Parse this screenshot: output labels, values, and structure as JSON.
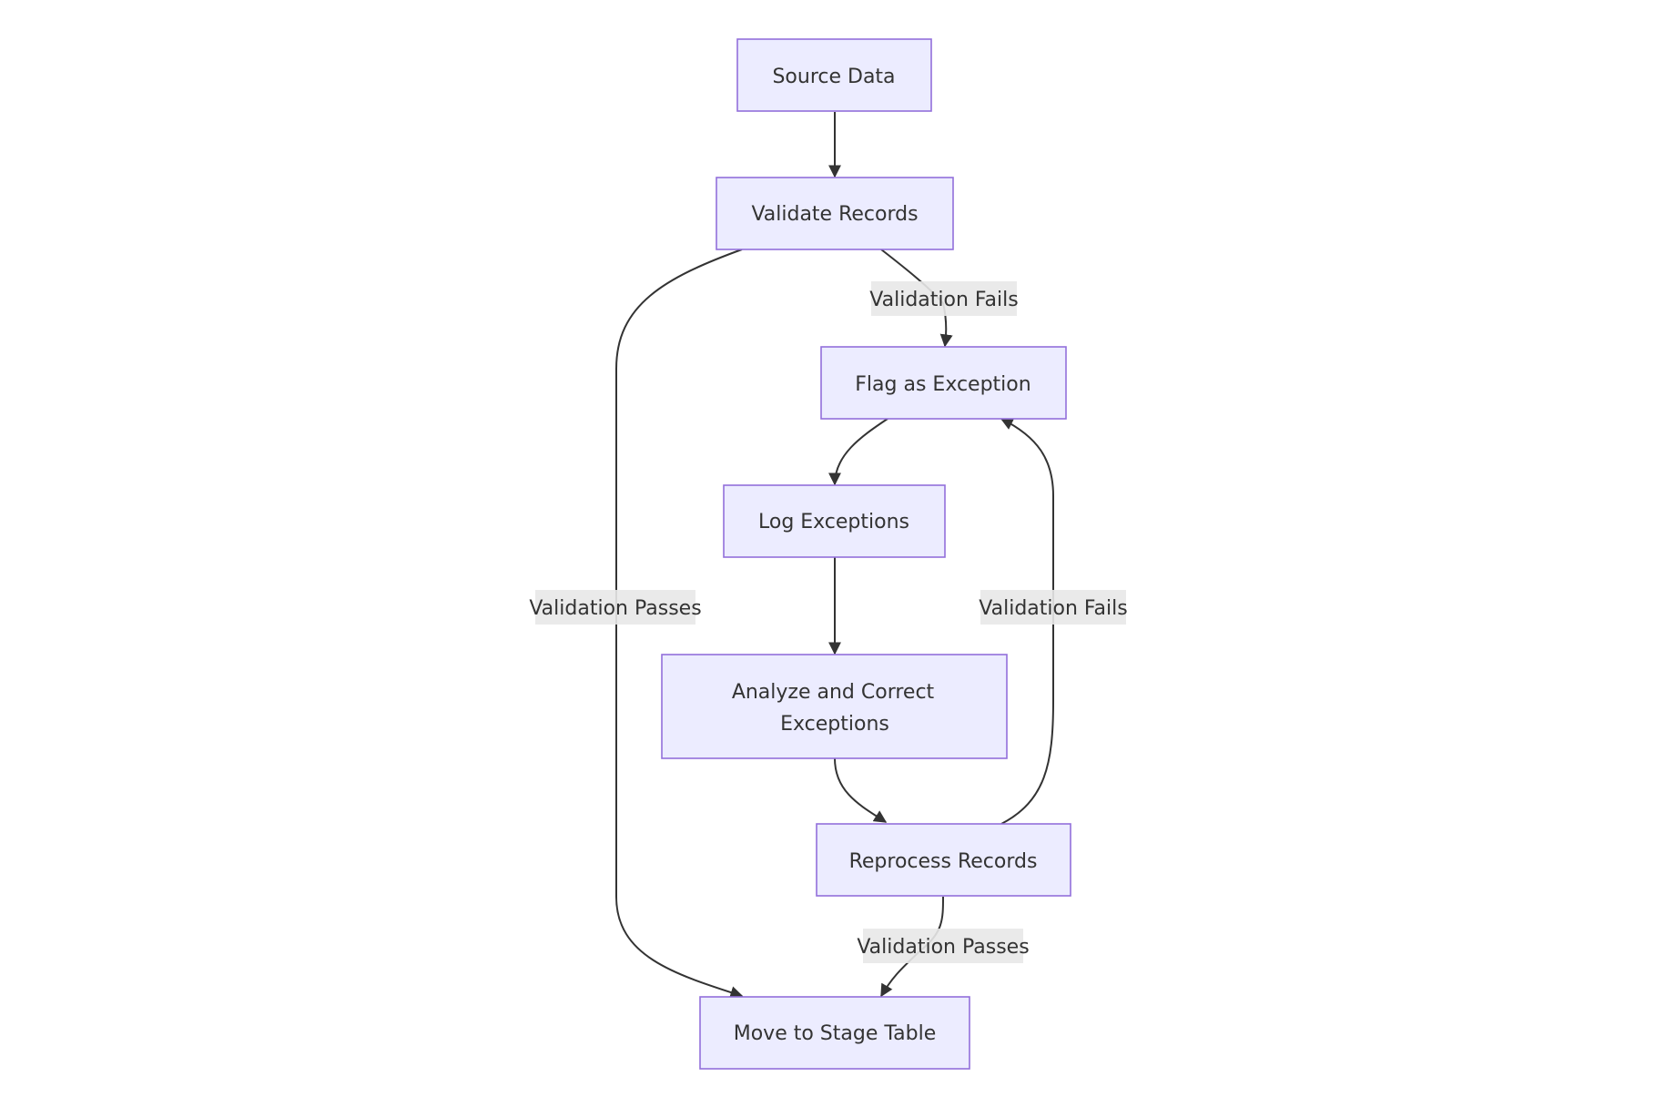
{
  "nodes": {
    "source": "Source Data",
    "validate": "Validate Records",
    "flag": "Flag as Exception",
    "log": "Log Exceptions",
    "analyze": [
      "Analyze and Correct",
      "Exceptions"
    ],
    "reprocess": "Reprocess Records",
    "move": "Move to Stage Table"
  },
  "edges": {
    "validate_to_flag": "Validation Fails",
    "validate_to_move": "Validation Passes",
    "reprocess_to_flag": "Validation Fails",
    "reprocess_to_move": "Validation Passes"
  },
  "colors": {
    "node_fill": "#ececff",
    "node_stroke": "#9370db",
    "edge": "#333333",
    "label_bg": "#e8e8e8"
  }
}
